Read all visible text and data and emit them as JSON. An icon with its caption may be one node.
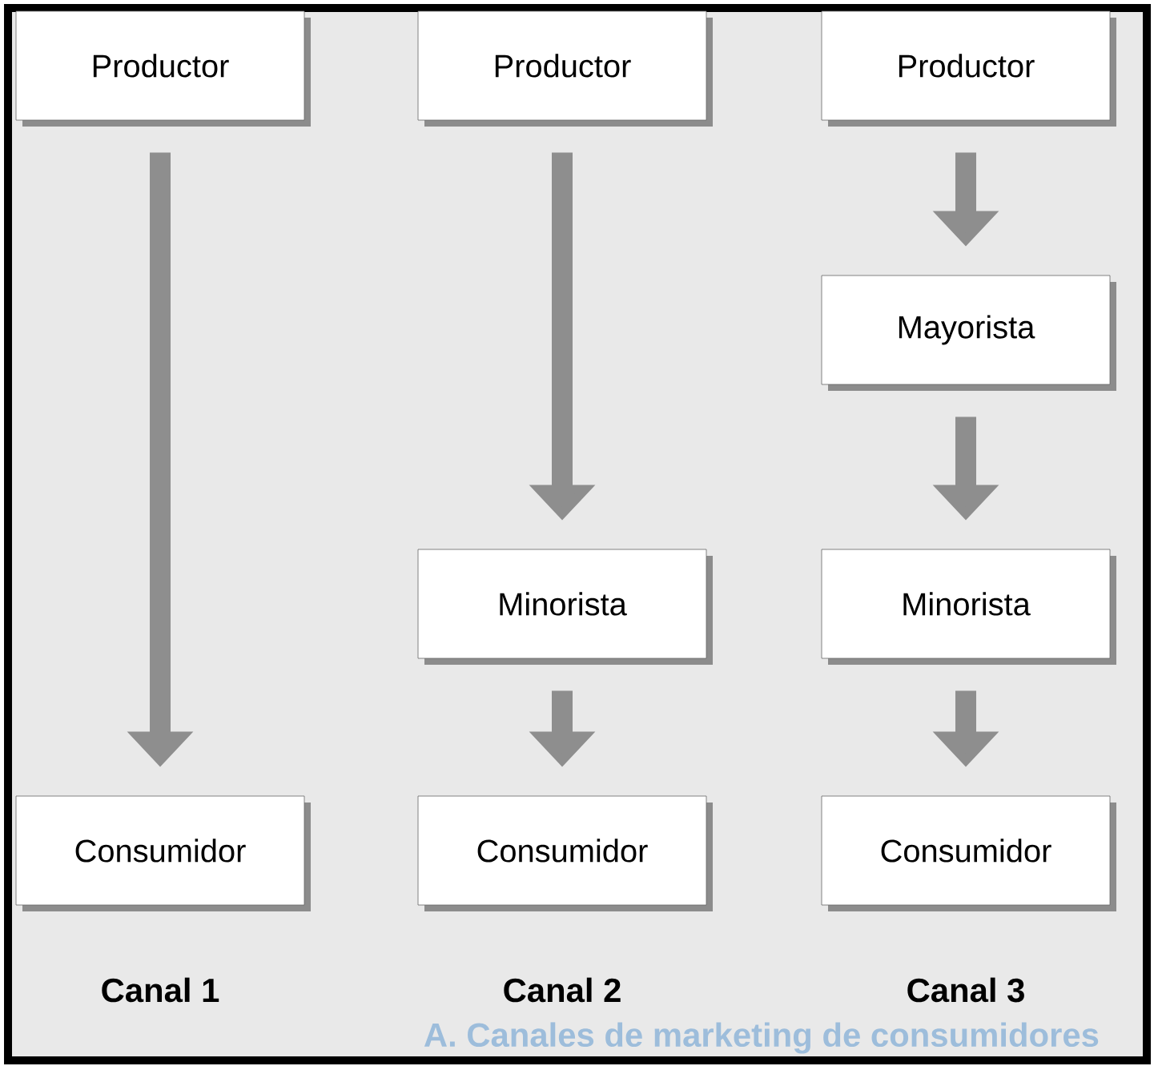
{
  "diagram": {
    "caption": "A. Canales de marketing de consumidores",
    "nodes": [
      {
        "text": [
          "Productor"
        ]
      },
      {
        "text": [
          "Consumidor"
        ]
      },
      {
        "text": [
          "Productor"
        ]
      },
      {
        "text": [
          "Minorista"
        ]
      },
      {
        "text": [
          "Consumidor"
        ]
      },
      {
        "text": [
          "Productor"
        ]
      },
      {
        "text": [
          "Mayorista"
        ]
      },
      {
        "text": [
          "Minorista"
        ]
      },
      {
        "text": [
          "Consumidor"
        ]
      }
    ],
    "edges": [
      {
        "from": 0,
        "to": 1,
        "arrow": "to"
      },
      {
        "from": 2,
        "to": 3,
        "arrow": "to"
      },
      {
        "from": 3,
        "to": 4,
        "arrow": "to"
      },
      {
        "from": 5,
        "to": 6,
        "arrow": "to"
      },
      {
        "from": 6,
        "to": 7,
        "arrow": "to"
      },
      {
        "from": 7,
        "to": 8,
        "arrow": "to"
      }
    ],
    "labels": [
      "Canal 1",
      "Canal 2",
      "Canal 3"
    ]
  }
}
